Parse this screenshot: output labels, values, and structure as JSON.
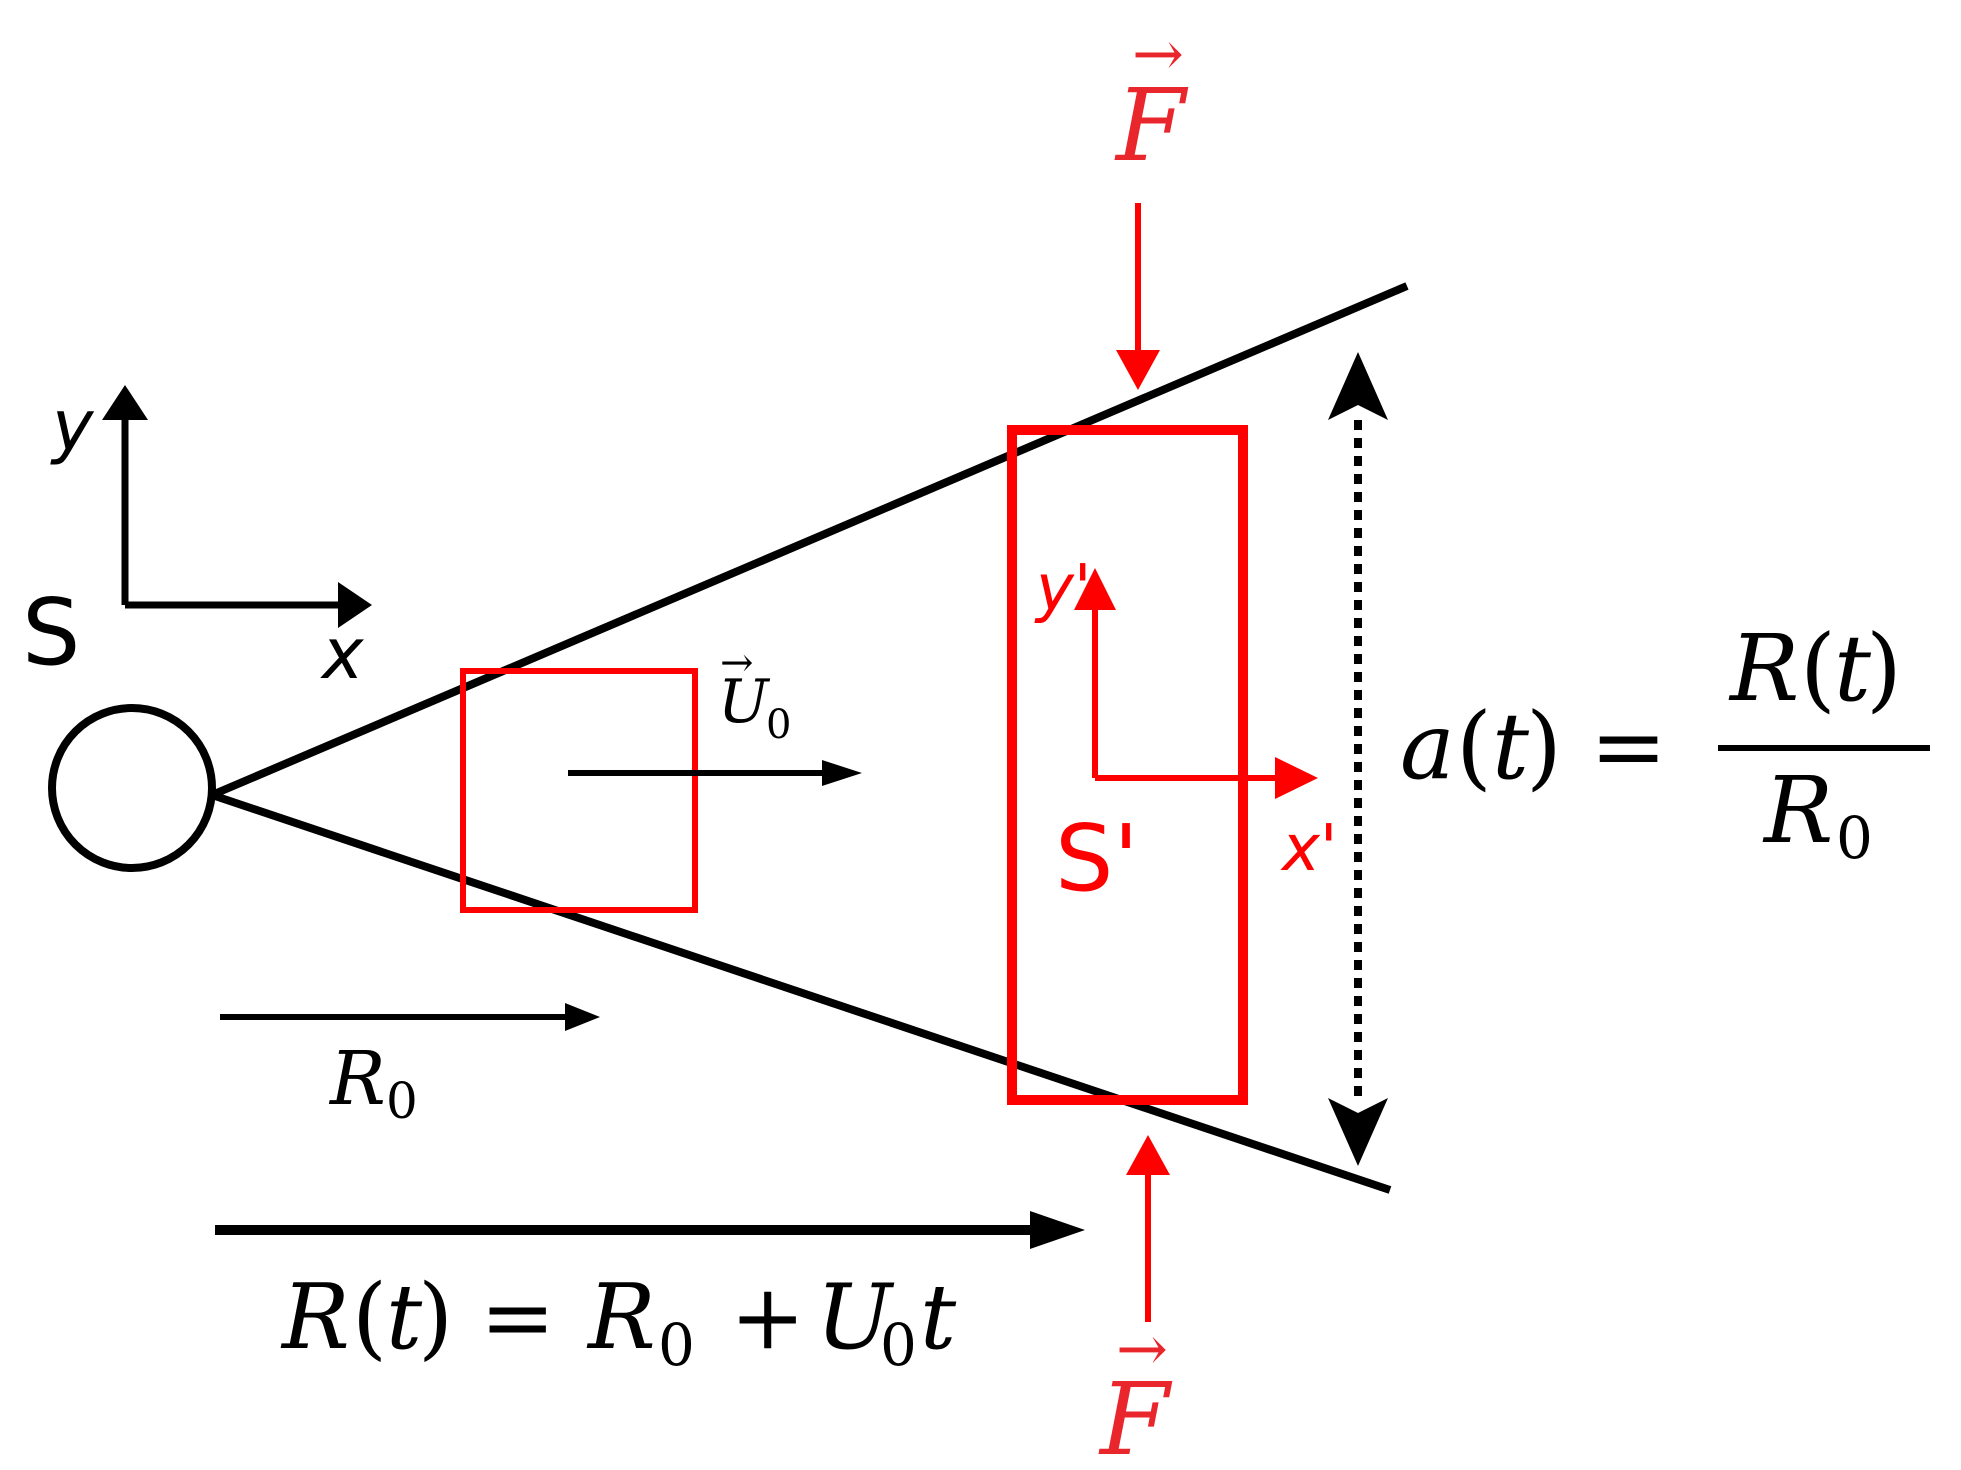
{
  "colors": {
    "black": "#000000",
    "red": "#ff0000",
    "red_text": "#e8262b"
  },
  "labels": {
    "frame_s": {
      "name": "S",
      "axis_x": "x",
      "axis_y": "y"
    },
    "frame_s_prime": {
      "name": "S'",
      "axis_x": "x'",
      "axis_y": "y'"
    },
    "force_top": {
      "symbol": "F",
      "vector_mark": "→"
    },
    "force_bottom": {
      "symbol": "F",
      "vector_mark": "→"
    },
    "velocity": {
      "symbol": "U",
      "subscript": "0",
      "vector_mark": "→"
    },
    "initial_distance": {
      "symbol": "R",
      "subscript": "0"
    },
    "distance_formula": {
      "lhs_symbol": "R",
      "lhs_paren_open": "(",
      "lhs_var": "t",
      "lhs_paren_close": ")",
      "equals": "=",
      "r_symbol": "R",
      "r_sub": "0",
      "plus": "+",
      "u_symbol": "U",
      "u_sub": "0",
      "t_symbol": "t"
    },
    "scale_factor_formula": {
      "lhs_symbol": "a",
      "lhs_paren_open": "(",
      "lhs_var": "t",
      "lhs_paren_close": ")",
      "equals": "=",
      "num_symbol": "R",
      "num_paren_open": "(",
      "num_var": "t",
      "num_paren_close": ")",
      "den_symbol": "R",
      "den_sub": "0"
    }
  }
}
